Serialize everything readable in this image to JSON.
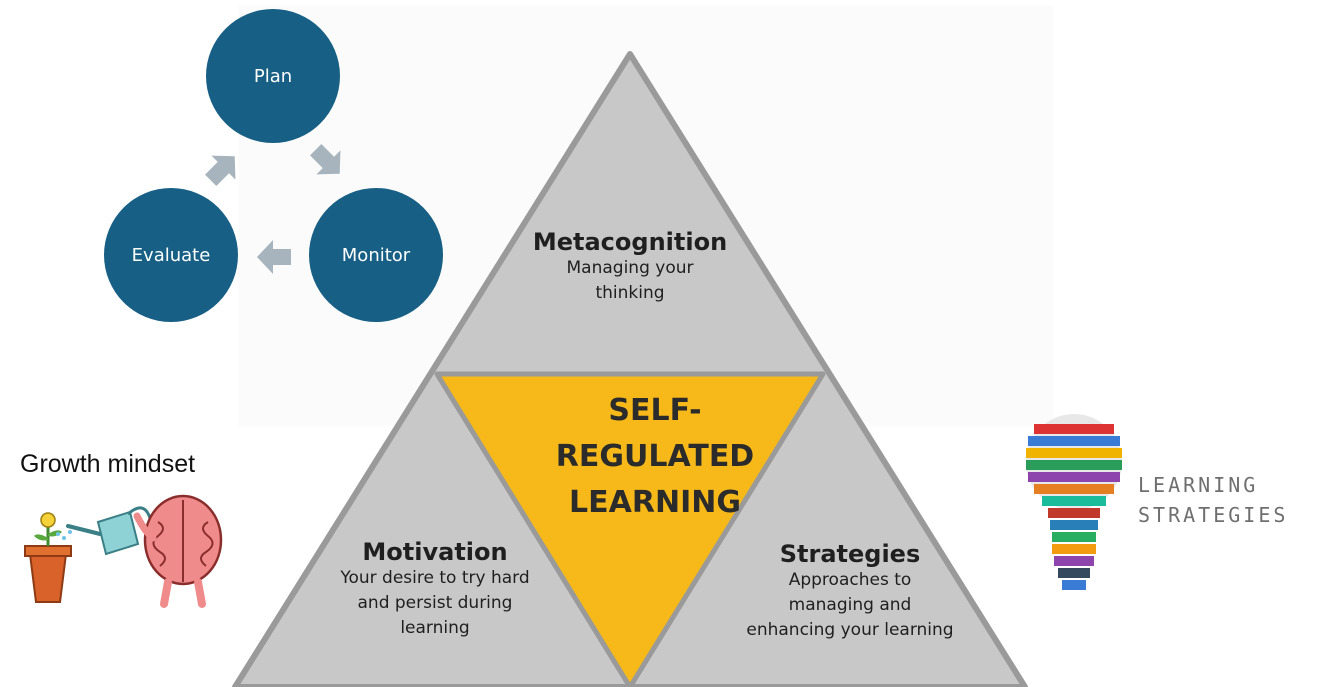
{
  "cycle": {
    "plan": "Plan",
    "monitor": "Monitor",
    "evaluate": "Evaluate"
  },
  "pyramid": {
    "center": "SELF-\nREGULATED\nLEARNING",
    "top": {
      "title": "Metacognition",
      "desc": "Managing your\nthinking"
    },
    "left": {
      "title": "Motivation",
      "desc": "Your desire to try hard\nand persist during\nlearning"
    },
    "right": {
      "title": "Strategies",
      "desc": "Approaches to\nmanaging and\nenhancing your learning"
    }
  },
  "growth": {
    "label": "Growth mindset"
  },
  "learning_strategies": {
    "label": "LEARNING\nSTRATEGIES"
  },
  "colors": {
    "circle": "#175f84",
    "arrow": "#a7b4be",
    "triangle_gray": "#c8c8c8",
    "triangle_border": "#9a9a9a",
    "center_yellow": "#f6b919"
  }
}
